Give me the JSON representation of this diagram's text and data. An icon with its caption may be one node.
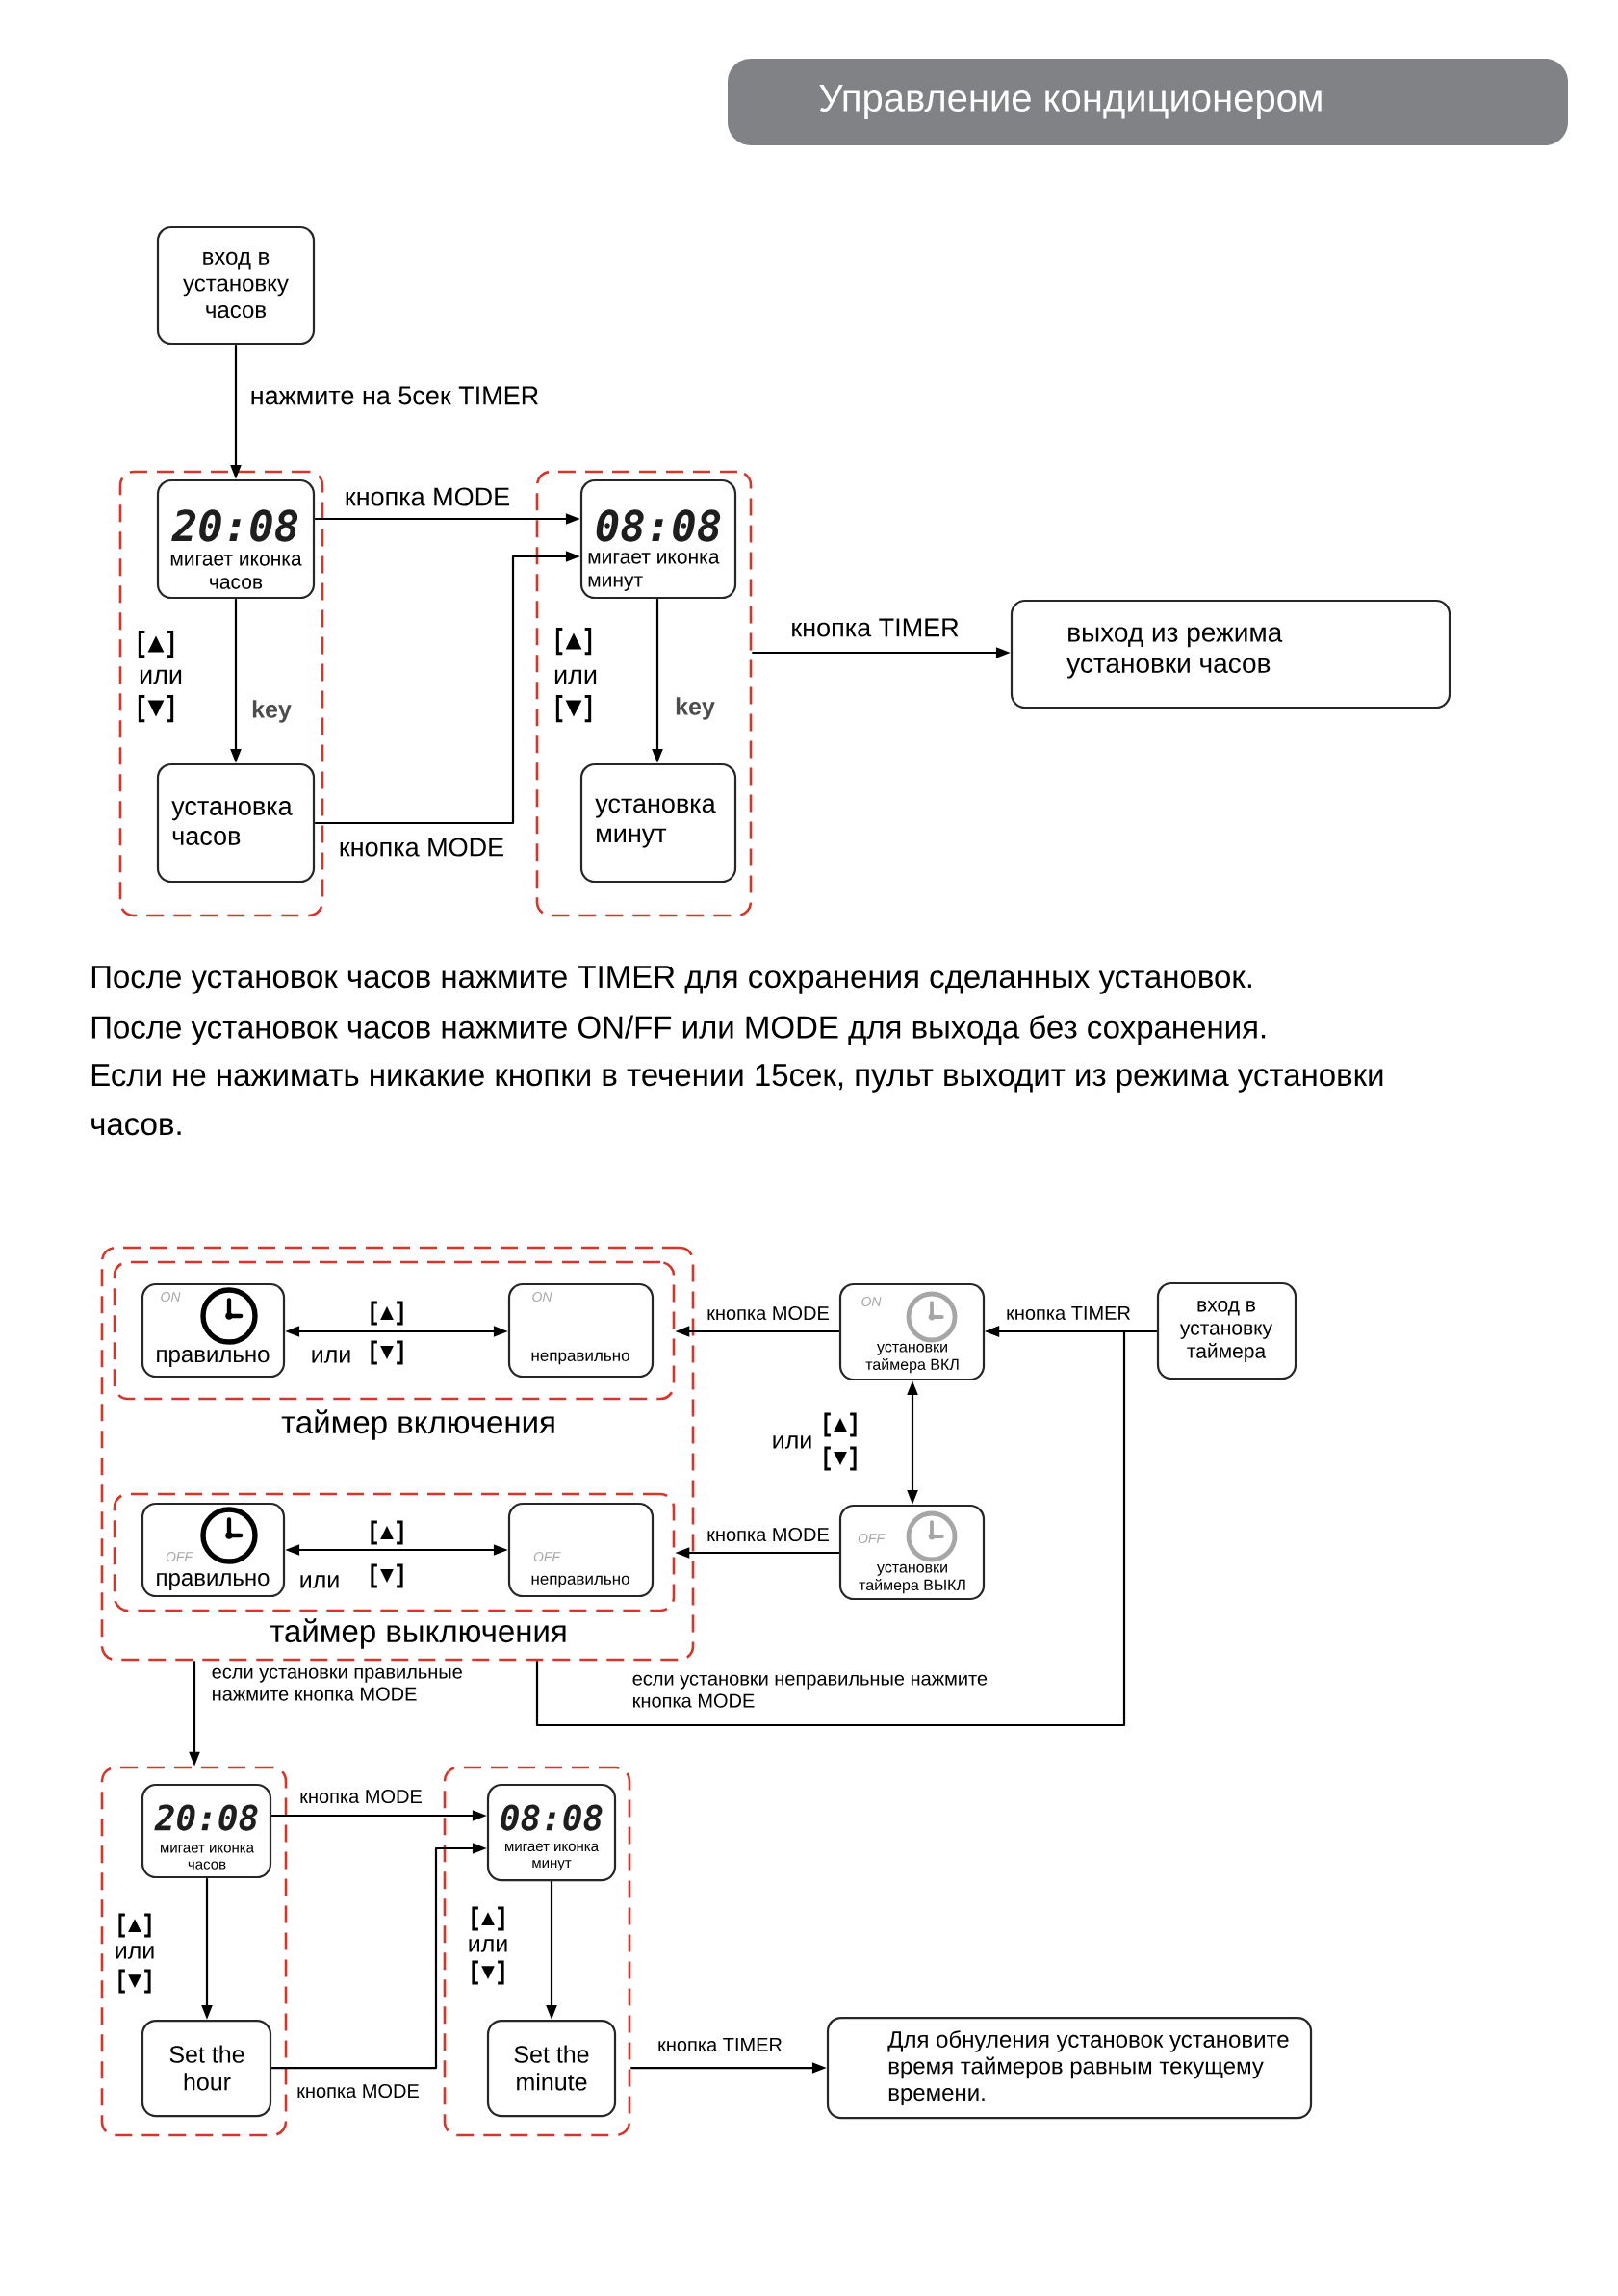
{
  "diagram": {
    "title": "Управление кондиционером",
    "nodes": [
      {
        "text": [
          "вход в установку часов"
        ]
      },
      {
        "text": [],
        "shape": "box"
      },
      {
        "text": [
          "20:08",
          "мигает иконка часов"
        ],
        "in": 1
      },
      {
        "text": [
          "установка часов"
        ],
        "in": 1
      },
      {
        "text": [],
        "shape": "box"
      },
      {
        "text": [
          "08:08",
          "мигает иконка минут"
        ],
        "in": 4
      },
      {
        "text": [
          "установка минут"
        ],
        "in": 4
      },
      {
        "text": [
          "выход из режима установки часов"
        ]
      },
      {
        "text": [],
        "shape": "box"
      },
      {
        "text": [
          "таймер включения"
        ],
        "in": 8
      },
      {
        "text": [
          "ON",
          "правильно"
        ],
        "in": 9
      },
      {
        "text": [
          "ON",
          "неправильно"
        ],
        "in": 9
      },
      {
        "text": [
          "таймер выключения"
        ],
        "in": 8
      },
      {
        "text": [
          "OFF",
          "правильно"
        ],
        "in": 12
      },
      {
        "text": [
          "OFF",
          "неправильно"
        ],
        "in": 12
      },
      {
        "text": [
          "ON",
          "установки таймера ВКЛ"
        ]
      },
      {
        "text": [
          "OFF",
          "установки таймера ВЫКЛ"
        ]
      },
      {
        "text": [
          "вход в установку таймера"
        ]
      },
      {
        "text": [],
        "shape": "box"
      },
      {
        "text": [
          "20:08",
          "мигает иконка часов"
        ],
        "in": 18
      },
      {
        "text": [
          "Set the hour"
        ],
        "in": 18
      },
      {
        "text": [],
        "shape": "box"
      },
      {
        "text": [
          "08:08",
          "мигает иконка минут"
        ],
        "in": 21
      },
      {
        "text": [
          "Set the minute"
        ],
        "in": 21
      },
      {
        "text": [
          "Для обнуления установок установите время таймеров равным текущему времени."
        ]
      }
    ],
    "edges": [
      {
        "from": 0,
        "to": 2,
        "arrow": "to",
        "label": "нажмите на 5сек TIMER"
      },
      {
        "from": 2,
        "to": 5,
        "arrow": "to",
        "label": "кнопка MODE"
      },
      {
        "from": 2,
        "to": 3,
        "arrow": "to"
      },
      {
        "from": 3,
        "to": 5,
        "arrow": "to",
        "label": "кнопка MODE"
      },
      {
        "from": 5,
        "to": 6,
        "arrow": "to"
      },
      {
        "from": 4,
        "to": 7,
        "arrow": "to",
        "label": "кнопка TIMER"
      },
      {
        "from": 17,
        "to": 15,
        "arrow": "to",
        "label": "кнопка TIMER"
      },
      {
        "from": 15,
        "to": 9,
        "arrow": "to",
        "label": "кнопка MODE"
      },
      {
        "from": 15,
        "to": 16,
        "arrow": "both"
      },
      {
        "from": 16,
        "to": 12,
        "arrow": "to",
        "label": "кнопка MODE"
      },
      {
        "from": 10,
        "to": 11,
        "arrow": "both"
      },
      {
        "from": 13,
        "to": 14,
        "arrow": "both"
      },
      {
        "from": 8,
        "to": 18,
        "arrow": "to",
        "label": "если установки правильные нажмите кнопка MODE"
      },
      {
        "from": 8,
        "to": 15,
        "arrow": "to",
        "label": "если установки неправильные нажмите кнопка MODE"
      },
      {
        "from": 19,
        "to": 22,
        "arrow": "to",
        "label": "кнопка MODE"
      },
      {
        "from": 19,
        "to": 20,
        "arrow": "to"
      },
      {
        "from": 20,
        "to": 22,
        "arrow": "to",
        "label": "кнопка MODE"
      },
      {
        "from": 22,
        "to": 23,
        "arrow": "to"
      },
      {
        "from": 21,
        "to": 24,
        "arrow": "to",
        "label": "кнопка TIMER"
      }
    ],
    "labels": [
      "▲",
      "или",
      "▼",
      "key",
      "▲",
      "или",
      "▼",
      "key",
      "После установок часов нажмите TIMER для сохранения сделанных установок.",
      "После установок часов нажмите ON/FF или MODE для выхода без сохранения.",
      "Если не нажимать никакие кнопки в течении 15сек, пульт выходит из режима установки часов.",
      "▲",
      "или",
      "▼",
      "или",
      "▲",
      "▼",
      "▲",
      "или",
      "▼",
      "▲",
      "или",
      "▼",
      "▲",
      "или",
      "▼"
    ]
  }
}
